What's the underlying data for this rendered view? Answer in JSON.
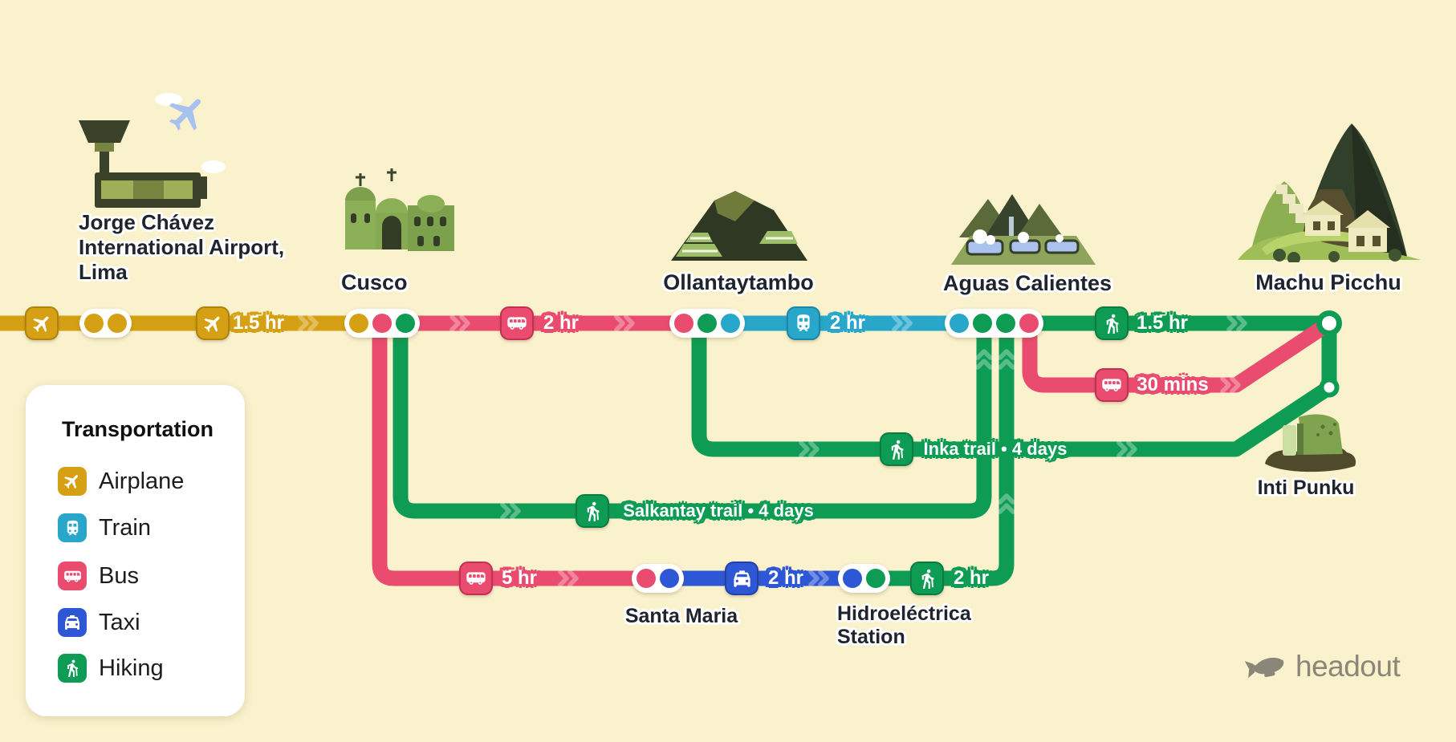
{
  "colors": {
    "bg": "#FAF1CD",
    "yellow": "#D5A014",
    "pink": "#EA4C70",
    "green": "#0E9C55",
    "cyan": "#28A7CB",
    "blue": "#2E57D5",
    "ink": "#20242C",
    "logo-gray": "#8B8677",
    "card": "#FFFFFF"
  },
  "stations": {
    "lima": {
      "name_lines": [
        "Jorge Chávez",
        "International Airport,",
        "Lima"
      ],
      "dots": [
        "yellow",
        "yellow"
      ]
    },
    "cusco": {
      "name": "Cusco",
      "dots": [
        "yellow",
        "pink",
        "green"
      ]
    },
    "ollantaytambo": {
      "name": "Ollantaytambo",
      "dots": [
        "pink",
        "green",
        "cyan"
      ]
    },
    "aguas_calientes": {
      "name": "Aguas Calientes",
      "dots": [
        "cyan",
        "green",
        "green",
        "pink"
      ]
    },
    "machu_picchu": {
      "name": "Machu Picchu"
    },
    "inti_punku": {
      "name": "Inti Punku"
    },
    "santa_maria": {
      "name": "Santa Maria",
      "dots": [
        "pink",
        "blue"
      ]
    },
    "hidroelectrica": {
      "name_lines": [
        "Hidroeléctrica",
        "Station"
      ],
      "dots": [
        "blue",
        "green"
      ]
    }
  },
  "routes": {
    "lima_cusco": {
      "mode": "airplane",
      "duration": "1.5 hr"
    },
    "cusco_ollantaytambo": {
      "mode": "bus",
      "duration": "2 hr"
    },
    "ollantaytambo_aguas": {
      "mode": "train",
      "duration": "2 hr"
    },
    "aguas_machu_hike": {
      "mode": "hiking",
      "duration": "1.5 hr"
    },
    "machu_aguas_bus": {
      "mode": "bus",
      "duration": "30 mins"
    },
    "cusco_santa_maria": {
      "mode": "bus",
      "duration": "5 hr"
    },
    "santa_maria_hidroelectrica": {
      "mode": "taxi",
      "duration": "2 hr"
    },
    "hidroelectrica_aguas": {
      "mode": "hiking",
      "duration": "2 hr"
    },
    "salkantay": {
      "mode": "hiking",
      "label": "Salkantay trail • 4 days"
    },
    "inka": {
      "mode": "hiking",
      "label": "Inka trail • 4 days"
    }
  },
  "legend": {
    "title": "Transportation",
    "items": [
      {
        "mode": "airplane",
        "label": "Airplane"
      },
      {
        "mode": "train",
        "label": "Train"
      },
      {
        "mode": "bus",
        "label": "Bus"
      },
      {
        "mode": "taxi",
        "label": "Taxi"
      },
      {
        "mode": "hiking",
        "label": "Hiking"
      }
    ]
  },
  "logo": {
    "text": "headout"
  }
}
